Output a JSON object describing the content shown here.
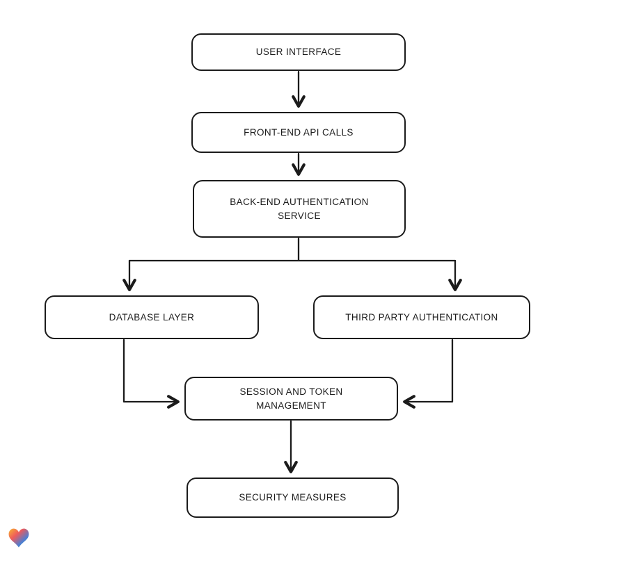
{
  "diagram": {
    "nodes": [
      {
        "id": "user-interface",
        "label": "USER INTERFACE"
      },
      {
        "id": "front-end-api",
        "label": "FRONT-END API CALLS"
      },
      {
        "id": "back-end-auth",
        "label": "BACK-END AUTHENTICATION SERVICE"
      },
      {
        "id": "database-layer",
        "label": "DATABASE LAYER"
      },
      {
        "id": "third-party-auth",
        "label": "THIRD PARTY AUTHENTICATION"
      },
      {
        "id": "session-token",
        "label": "SESSION AND TOKEN MANAGEMENT"
      },
      {
        "id": "security-measures",
        "label": "SECURITY MEASURES"
      }
    ],
    "edges": [
      {
        "from": "user-interface",
        "to": "front-end-api"
      },
      {
        "from": "front-end-api",
        "to": "back-end-auth"
      },
      {
        "from": "back-end-auth",
        "to": "database-layer"
      },
      {
        "from": "back-end-auth",
        "to": "third-party-auth"
      },
      {
        "from": "database-layer",
        "to": "session-token"
      },
      {
        "from": "third-party-auth",
        "to": "session-token"
      },
      {
        "from": "session-token",
        "to": "security-measures"
      }
    ],
    "colors": {
      "stroke": "#1b1b1b",
      "node_fill": "#ffffff",
      "background": "#ffffff"
    },
    "logo": {
      "icon": "heart-logo",
      "gradient": [
        "#f7b733",
        "#ef5b5b",
        "#4a7fd4",
        "#5bb85b"
      ]
    }
  }
}
